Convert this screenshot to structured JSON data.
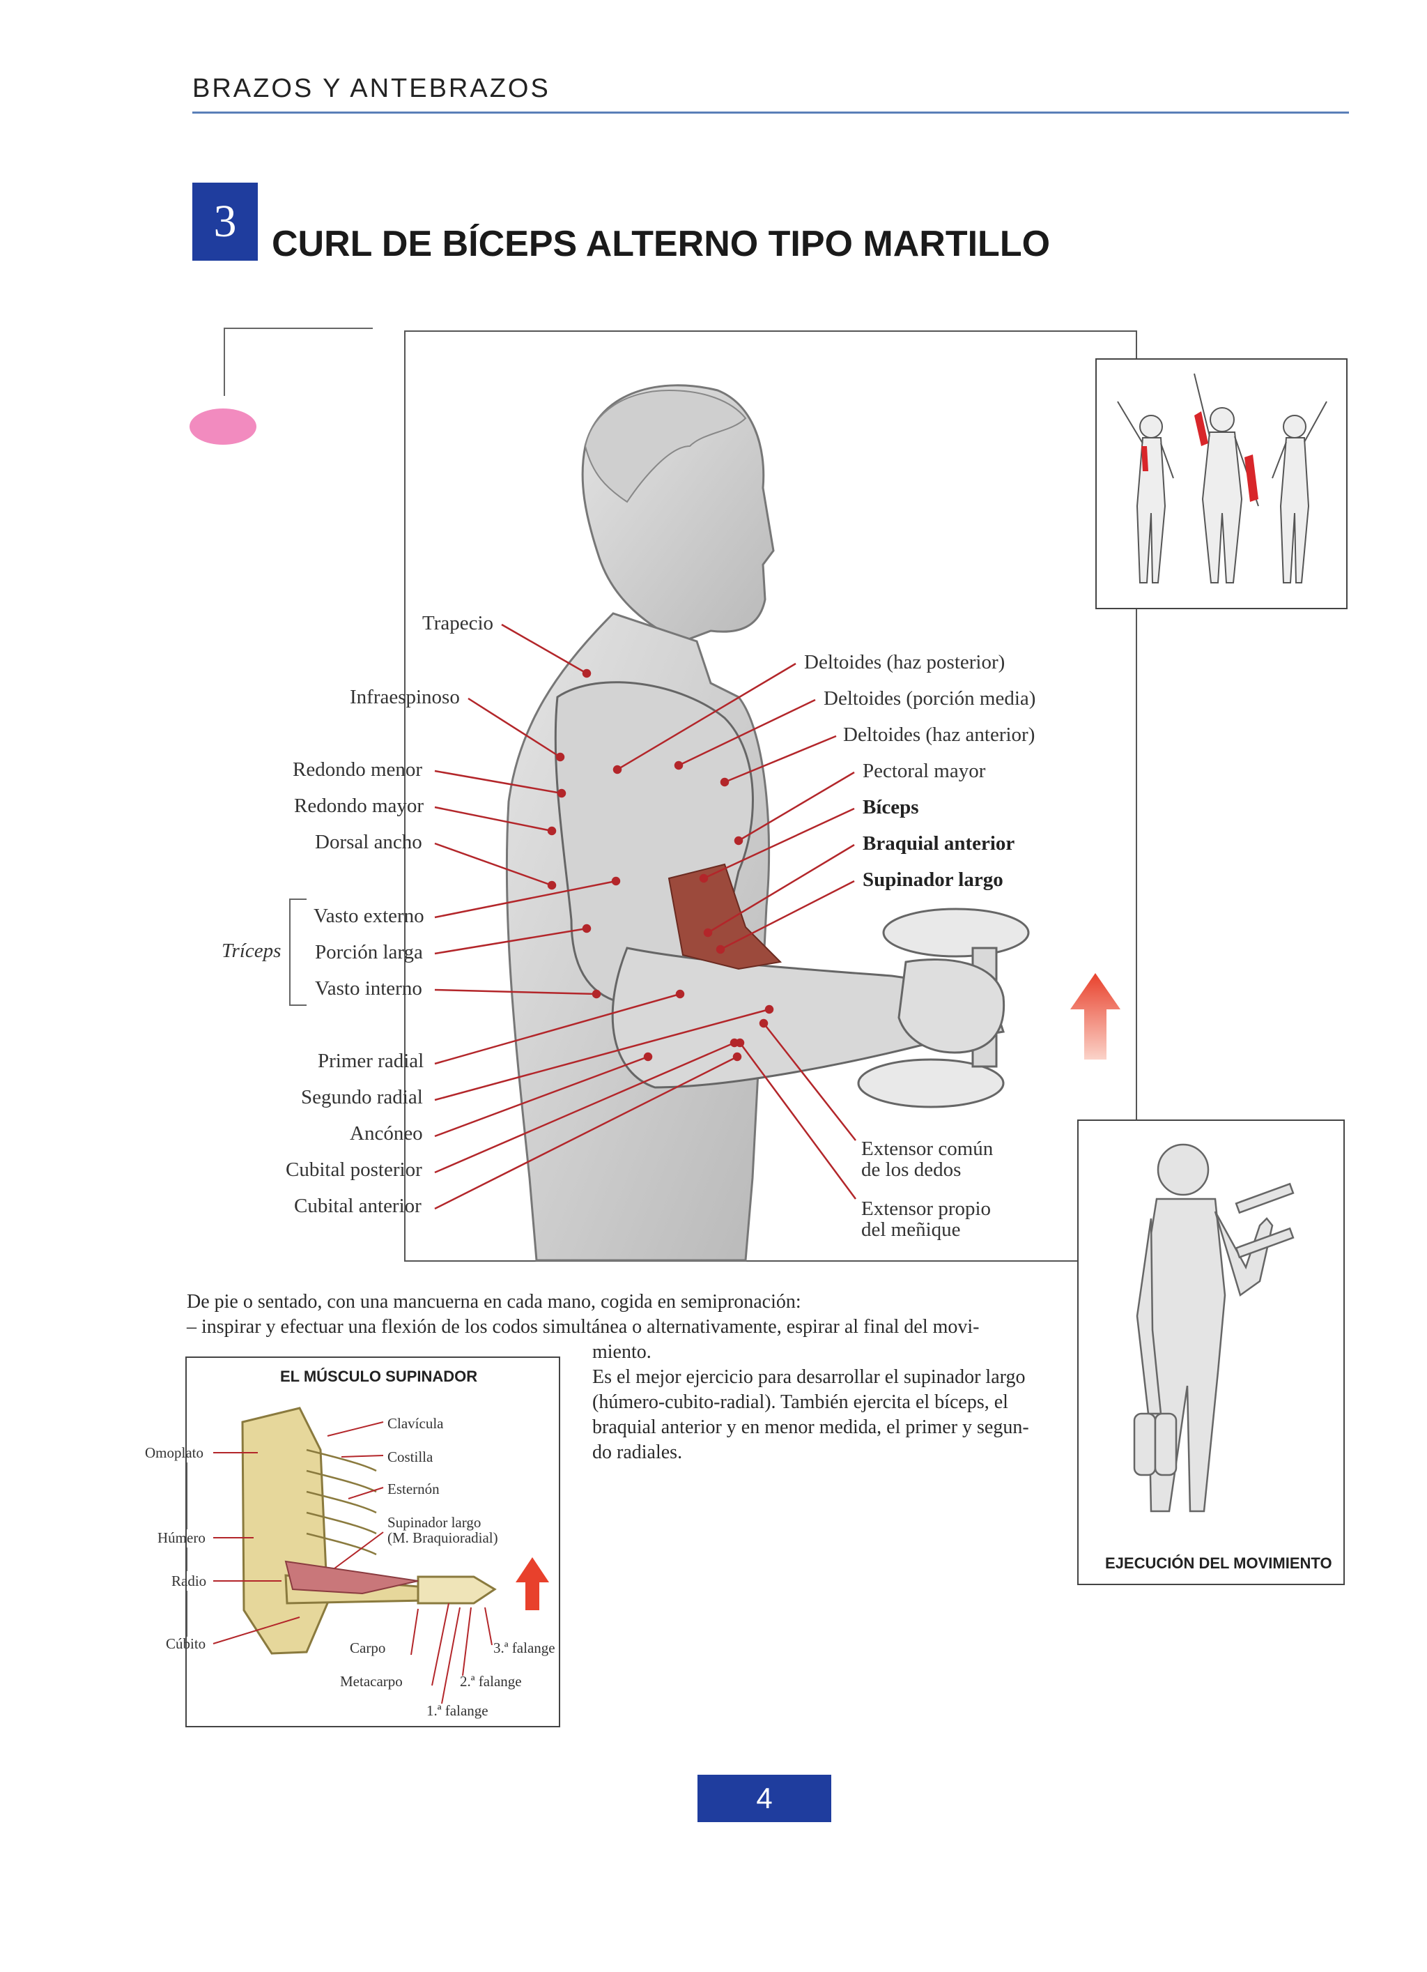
{
  "header": {
    "running_title": "BRAZOS Y ANTEBRAZOS"
  },
  "exercise": {
    "number": "3",
    "title": "CURL DE BÍCEPS ALTERNO TIPO MARTILLO"
  },
  "muscle_labels_left": {
    "trapecio": "Trapecio",
    "infraespinoso": "Infraespinoso",
    "redondo_menor": "Redondo menor",
    "redondo_mayor": "Redondo mayor",
    "dorsal_ancho": "Dorsal ancho",
    "triceps_group": "Tríceps",
    "vasto_externo": "Vasto externo",
    "porcion_larga": "Porción larga",
    "vasto_interno": "Vasto interno",
    "primer_radial": "Primer radial",
    "segundo_radial": "Segundo radial",
    "anconeo": "Ancóneo",
    "cubital_posterior": "Cubital posterior",
    "cubital_anterior": "Cubital anterior"
  },
  "muscle_labels_right": {
    "deltoides_posterior": "Deltoides (haz posterior)",
    "deltoides_media": "Deltoides (porción media)",
    "deltoides_anterior": "Deltoides (haz anterior)",
    "pectoral_mayor": "Pectoral mayor",
    "biceps": "Bíceps",
    "braquial_anterior": "Braquial anterior",
    "supinador_largo": "Supinador largo",
    "extensor_comun_1": "Extensor común",
    "extensor_comun_2": "de los dedos",
    "extensor_propio_1": "Extensor propio",
    "extensor_propio_2": "del meñique"
  },
  "description": {
    "intro": "De pie o sentado, con una mancuerna en cada mano, cogida en semipronación:",
    "step_line1": "– inspirar y efectuar una flexión de los codos simultánea o alternativamente, espirar al final del movi-",
    "step_line2": "miento.",
    "notes": [
      "Es el mejor ejercicio para desarrollar el supinador largo",
      "(húmero-cubito-radial). También ejercita el bíceps, el",
      "braquial anterior y en menor medida, el primer y segun-",
      "do radiales."
    ]
  },
  "supinator_box": {
    "title": "EL MÚSCULO SUPINADOR",
    "labels": {
      "omoplato": "Omoplato",
      "humero": "Húmero",
      "radio": "Radio",
      "cubito": "Cúbito",
      "clavicula": "Clavícula",
      "costilla": "Costilla",
      "esternon": "Esternón",
      "supinador_1": "Supinador largo",
      "supinador_2": "(M. Braquioradial)",
      "carpo": "Carpo",
      "metacarpo": "Metacarpo",
      "falange_3": "3.ª falange",
      "falange_2": "2.ª falange",
      "falange_1": "1.ª falange"
    }
  },
  "execution_box": {
    "caption": "EJECUCIÓN DEL MOVIMIENTO"
  },
  "page": {
    "number": "4"
  },
  "colors": {
    "accent_blue": "#1f3d9e",
    "rule_blue": "#5a7fb8",
    "leader_red": "#b3262a",
    "tab_pink": "#f28bbf",
    "arrow_red": "#e8412c"
  }
}
